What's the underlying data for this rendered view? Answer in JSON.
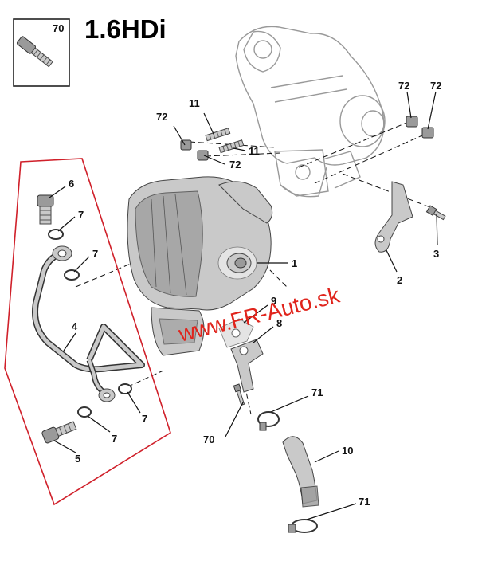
{
  "title": "1.6HDi",
  "watermark": "www.FR-Auto.sk",
  "inset_callout": "70",
  "callouts": {
    "c1": "1",
    "c2": "2",
    "c3": "3",
    "c4": "4",
    "c5": "5",
    "c6": "6",
    "c7a": "7",
    "c7b": "7",
    "c7c": "7",
    "c7d": "7",
    "c8": "8",
    "c9": "9",
    "c10": "10",
    "c11a": "11",
    "c11b": "11",
    "c70": "70",
    "c71a": "71",
    "c71b": "71",
    "c72a": "72",
    "c72b": "72",
    "c72c": "72",
    "c72d": "72"
  },
  "colors": {
    "watermark": "#e0241c",
    "highlight_outline": "#d0202a"
  }
}
